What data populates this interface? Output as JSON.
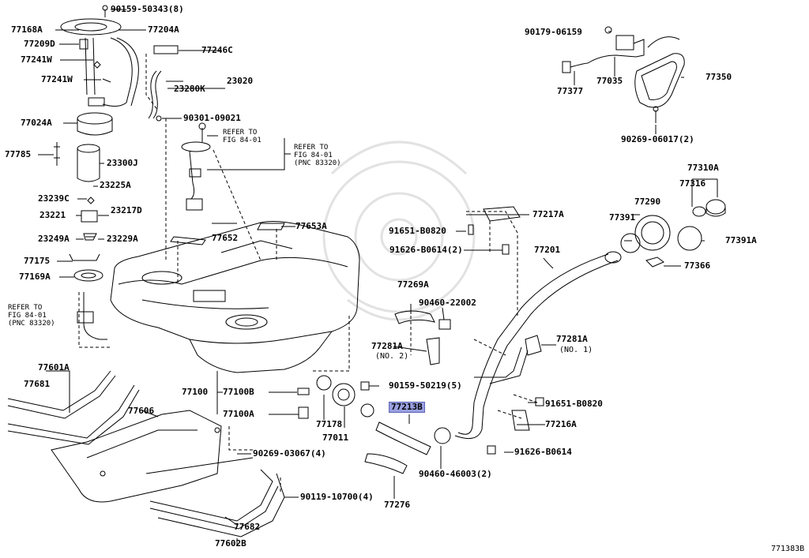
{
  "diagram_id": "771383B",
  "highlight_color": "#9aa0e0",
  "parts": {
    "p90159_50343": "90159-50343(8)",
    "p77168A": "77168A",
    "p77204A": "77204A",
    "p77209D": "77209D",
    "p77241W_a": "77241W",
    "p77241W_b": "77241W",
    "p77246C": "77246C",
    "p23020": "23020",
    "p23280K": "23280K",
    "p77024A": "77024A",
    "p90301_09021": "90301-09021",
    "p77785": "77785",
    "p23300J": "23300J",
    "p23225A": "23225A",
    "p23239C": "23239C",
    "p23221": "23221",
    "p23217D": "23217D",
    "p23249A": "23249A",
    "p23229A": "23229A",
    "p77175": "77175",
    "p77169A": "77169A",
    "p77652": "77652",
    "p77653A": "77653A",
    "p90179_06159": "90179-06159",
    "p77035": "77035",
    "p77377": "77377",
    "p77350": "77350",
    "p90269_06017": "90269-06017(2)",
    "p77310A": "77310A",
    "p77316": "77316",
    "p77290": "77290",
    "p77391": "77391",
    "p77391A": "77391A",
    "p77366": "77366",
    "p77217A": "77217A",
    "p91651_B0820_a": "91651-B0820",
    "p91626_B0614_a": "91626-B0614(2)",
    "p77201": "77201",
    "p77269A": "77269A",
    "p90460_22002": "90460-22002",
    "p77281A_no2": "77281A",
    "no2": "(NO. 2)",
    "p77281A_no1": "77281A",
    "no1": "(NO. 1)",
    "p77601A": "77601A",
    "p77681": "77681",
    "p77606": "77606",
    "p77100": "77100",
    "p77100B": "77100B",
    "p77100A": "77100A",
    "p77178": "77178",
    "p77011": "77011",
    "p90159_50219": "90159-50219(5)",
    "p77213B": "77213B",
    "p91651_B0820_b": "91651-B0820",
    "p77216A": "77216A",
    "p91626_B0614_b": "91626-B0614",
    "p90269_03067": "90269-03067(4)",
    "p90460_46003": "90460-46003(2)",
    "p90119_10700": "90119-10700(4)",
    "p77276": "77276",
    "p77682": "77682",
    "p77602B": "77602B"
  },
  "notes": {
    "ref_fig_top_small": "REFER TO\nFIG 84-01",
    "ref_fig_top_large": "REFER TO\nFIG 84-01\n(PNC 83320)",
    "ref_fig_left": "REFER TO\nFIG 84-01\n(PNC 83320)"
  }
}
